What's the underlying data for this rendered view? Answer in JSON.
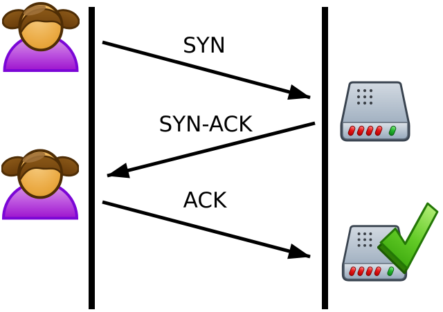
{
  "diagram": {
    "kind": "tcp-three-way-handshake-sequence",
    "messages": [
      {
        "label": "SYN",
        "from": "client",
        "to": "server"
      },
      {
        "label": "SYN-ACK",
        "from": "server",
        "to": "client"
      },
      {
        "label": "ACK",
        "from": "client",
        "to": "server"
      }
    ],
    "actors": {
      "left": {
        "icon": "girl-user-icon",
        "occurrences": 2
      },
      "right": {
        "icon": "server-icon",
        "final_state_icon": "server-with-green-checkmark-icon"
      }
    },
    "colors": {
      "background": "#ffffff",
      "lifeline": "#000000",
      "arrow": "#000000",
      "label_text": "#000000",
      "person_body_purple": "#A21ED6",
      "person_body_border": "#7B06D6",
      "person_face_orange": "#E8A63C",
      "person_hair_brown": "#77480F",
      "server_gray_blue": "#AEBBC9",
      "server_outline": "#39434F",
      "led_red": "#D80F0F",
      "led_green": "#1FA32C",
      "checkmark_green": "#52BC17"
    }
  }
}
